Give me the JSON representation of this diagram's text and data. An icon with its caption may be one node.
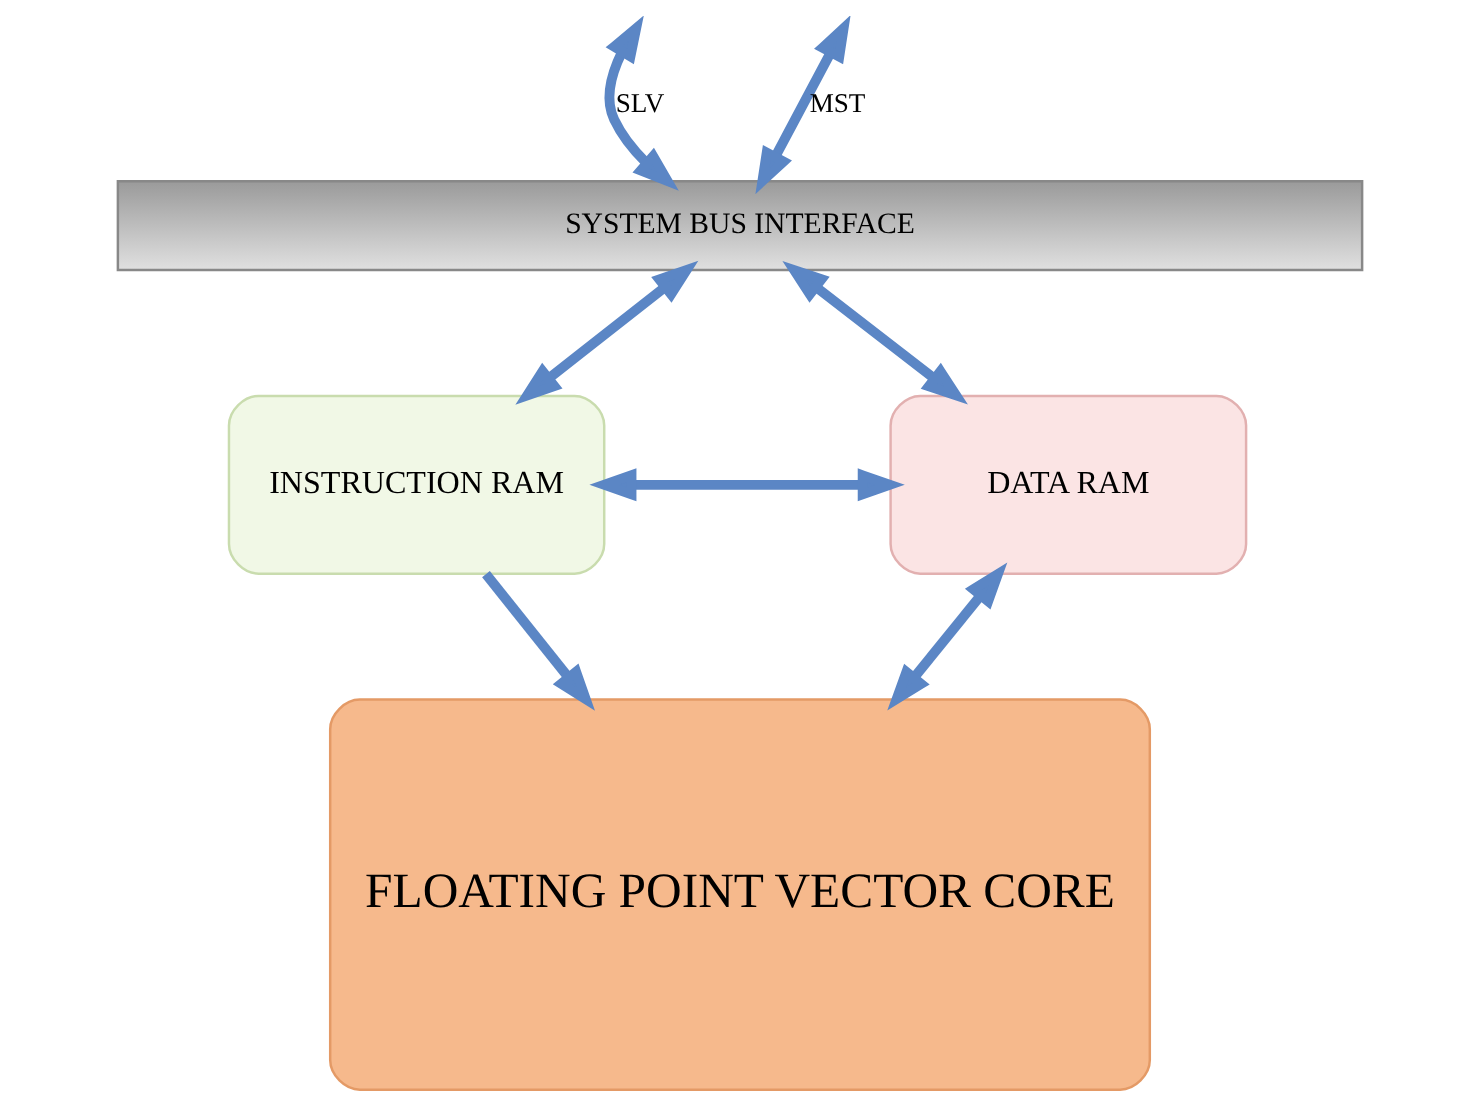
{
  "diagram": {
    "nodes": [
      {
        "text": [
          "SYSTEM BUS INTERFACE"
        ]
      },
      {
        "text": [
          "INSTRUCTION RAM"
        ]
      },
      {
        "text": [
          "DATA RAM"
        ]
      },
      {
        "text": [
          "FLOATING POINT VECTOR CORE"
        ]
      }
    ],
    "edges": [
      {
        "from": null,
        "to": 0,
        "arrow": "both",
        "label": "SLV"
      },
      {
        "from": null,
        "to": 0,
        "arrow": "both",
        "label": "MST"
      },
      {
        "from": 0,
        "to": 1,
        "arrow": "both"
      },
      {
        "from": 0,
        "to": 2,
        "arrow": "both"
      },
      {
        "from": 1,
        "to": 2,
        "arrow": "both"
      },
      {
        "from": 1,
        "to": 3,
        "arrow": "to"
      },
      {
        "from": 2,
        "to": 3,
        "arrow": "both"
      }
    ]
  }
}
